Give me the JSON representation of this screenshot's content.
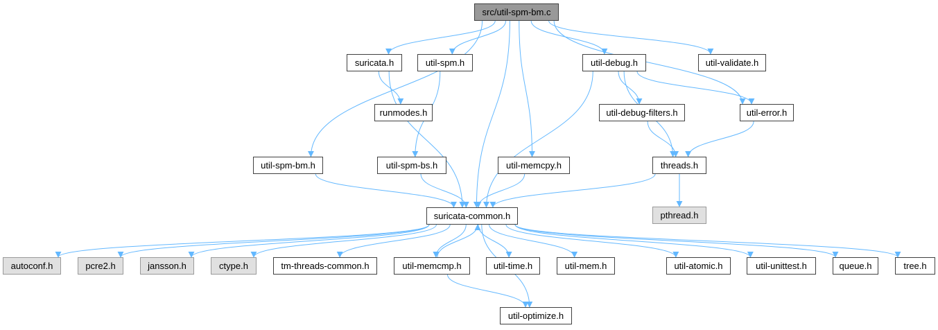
{
  "diagram": {
    "root": "src/util-spm-bm.c",
    "nodes": {
      "util_spm_bm_c": "src/util-spm-bm.c",
      "suricata_h": "suricata.h",
      "util_spm_h": "util-spm.h",
      "util_debug_h": "util-debug.h",
      "util_validate_h": "util-validate.h",
      "runmodes_h": "runmodes.h",
      "util_debug_filters_h": "util-debug-filters.h",
      "util_error_h": "util-error.h",
      "util_spm_bm_h": "util-spm-bm.h",
      "util_spm_bs_h": "util-spm-bs.h",
      "util_memcpy_h": "util-memcpy.h",
      "threads_h": "threads.h",
      "suricata_common_h": "suricata-common.h",
      "pthread_h": "pthread.h",
      "autoconf_h": "autoconf.h",
      "pcre2_h": "pcre2.h",
      "jansson_h": "jansson.h",
      "ctype_h": "ctype.h",
      "tm_threads_common_h": "tm-threads-common.h",
      "util_memcmp_h": "util-memcmp.h",
      "util_time_h": "util-time.h",
      "util_mem_h": "util-mem.h",
      "util_atomic_h": "util-atomic.h",
      "util_unittest_h": "util-unittest.h",
      "queue_h": "queue.h",
      "tree_h": "tree.h",
      "util_optimize_h": "util-optimize.h"
    },
    "system_headers": [
      "pthread_h",
      "autoconf_h",
      "pcre2_h",
      "jansson_h",
      "ctype_h"
    ],
    "edges": [
      [
        "util_spm_bm_c",
        "suricata_h"
      ],
      [
        "util_spm_bm_c",
        "util_spm_h"
      ],
      [
        "util_spm_bm_c",
        "util_debug_h"
      ],
      [
        "util_spm_bm_c",
        "util_validate_h"
      ],
      [
        "util_spm_bm_c",
        "util_spm_bm_h"
      ],
      [
        "util_spm_bm_c",
        "util_memcpy_h"
      ],
      [
        "util_spm_bm_c",
        "suricata_common_h"
      ],
      [
        "util_spm_bm_c",
        "util_error_h"
      ],
      [
        "suricata_h",
        "runmodes_h"
      ],
      [
        "suricata_h",
        "suricata_common_h"
      ],
      [
        "util_spm_h",
        "util_spm_bs_h"
      ],
      [
        "util_debug_h",
        "util_debug_filters_h"
      ],
      [
        "util_debug_h",
        "util_error_h"
      ],
      [
        "util_debug_h",
        "threads_h"
      ],
      [
        "util_debug_h",
        "suricata_common_h"
      ],
      [
        "util_debug_filters_h",
        "threads_h"
      ],
      [
        "util_error_h",
        "threads_h"
      ],
      [
        "util_spm_bm_h",
        "suricata_common_h"
      ],
      [
        "util_spm_bs_h",
        "suricata_common_h"
      ],
      [
        "util_memcpy_h",
        "suricata_common_h"
      ],
      [
        "threads_h",
        "suricata_common_h"
      ],
      [
        "threads_h",
        "pthread_h"
      ],
      [
        "suricata_common_h",
        "autoconf_h"
      ],
      [
        "suricata_common_h",
        "pcre2_h"
      ],
      [
        "suricata_common_h",
        "jansson_h"
      ],
      [
        "suricata_common_h",
        "ctype_h"
      ],
      [
        "suricata_common_h",
        "tm_threads_common_h"
      ],
      [
        "suricata_common_h",
        "util_memcmp_h"
      ],
      [
        "suricata_common_h",
        "util_time_h"
      ],
      [
        "suricata_common_h",
        "util_mem_h"
      ],
      [
        "suricata_common_h",
        "util_atomic_h"
      ],
      [
        "suricata_common_h",
        "util_unittest_h"
      ],
      [
        "suricata_common_h",
        "queue_h"
      ],
      [
        "suricata_common_h",
        "tree_h"
      ],
      [
        "suricata_common_h",
        "util_optimize_h"
      ],
      [
        "util_memcmp_h",
        "suricata_common_h"
      ],
      [
        "util_memcmp_h",
        "util_optimize_h"
      ]
    ],
    "colors": {
      "edge": "#63b8ff",
      "root_fill": "#999999",
      "system_fill": "#e0e0e0",
      "node_border": "#404040"
    }
  }
}
